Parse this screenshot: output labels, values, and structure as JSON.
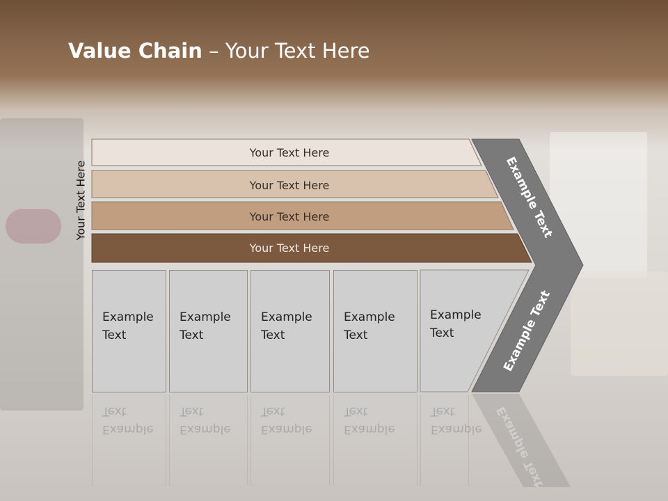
{
  "title": {
    "bold": "Value Chain",
    "rest": " – Your Text Here"
  },
  "side_label": "Your Text Here",
  "bars": [
    {
      "label": "Your Text Here",
      "color": "#ebe3db"
    },
    {
      "label": "Your Text Here",
      "color": "#d8c2ad"
    },
    {
      "label": "Your Text Here",
      "color": "#c19e7f"
    },
    {
      "label": "Your Text Here",
      "color": "#7b5a3f"
    }
  ],
  "boxes": [
    {
      "line1": "Example",
      "line2": "Text"
    },
    {
      "line1": "Example",
      "line2": "Text"
    },
    {
      "line1": "Example",
      "line2": "Text"
    },
    {
      "line1": "Example",
      "line2": "Text"
    },
    {
      "line1": "Example",
      "line2": "Text"
    }
  ],
  "arrow": {
    "upper_label": "Example Text",
    "lower_label": "Example Text",
    "color": "#7a7a7a"
  }
}
